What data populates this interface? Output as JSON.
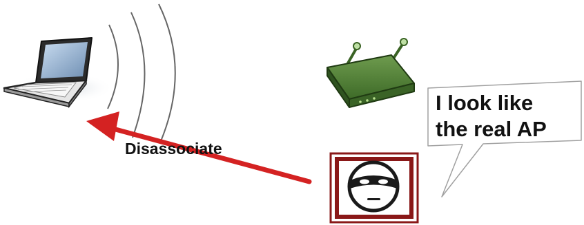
{
  "diagram": {
    "arrow_label": "Disassociate",
    "speech_bubble": {
      "line1": "I look like",
      "line2": "the real AP"
    }
  },
  "icons": [
    "laptop-icon",
    "wireless-signal-icon",
    "access-point-icon",
    "rogue-ap-icon"
  ],
  "colors": {
    "arrow": "#d42222",
    "router_body": "#3e6b28",
    "rogue_frame": "#8a1818",
    "text": "#111111"
  }
}
